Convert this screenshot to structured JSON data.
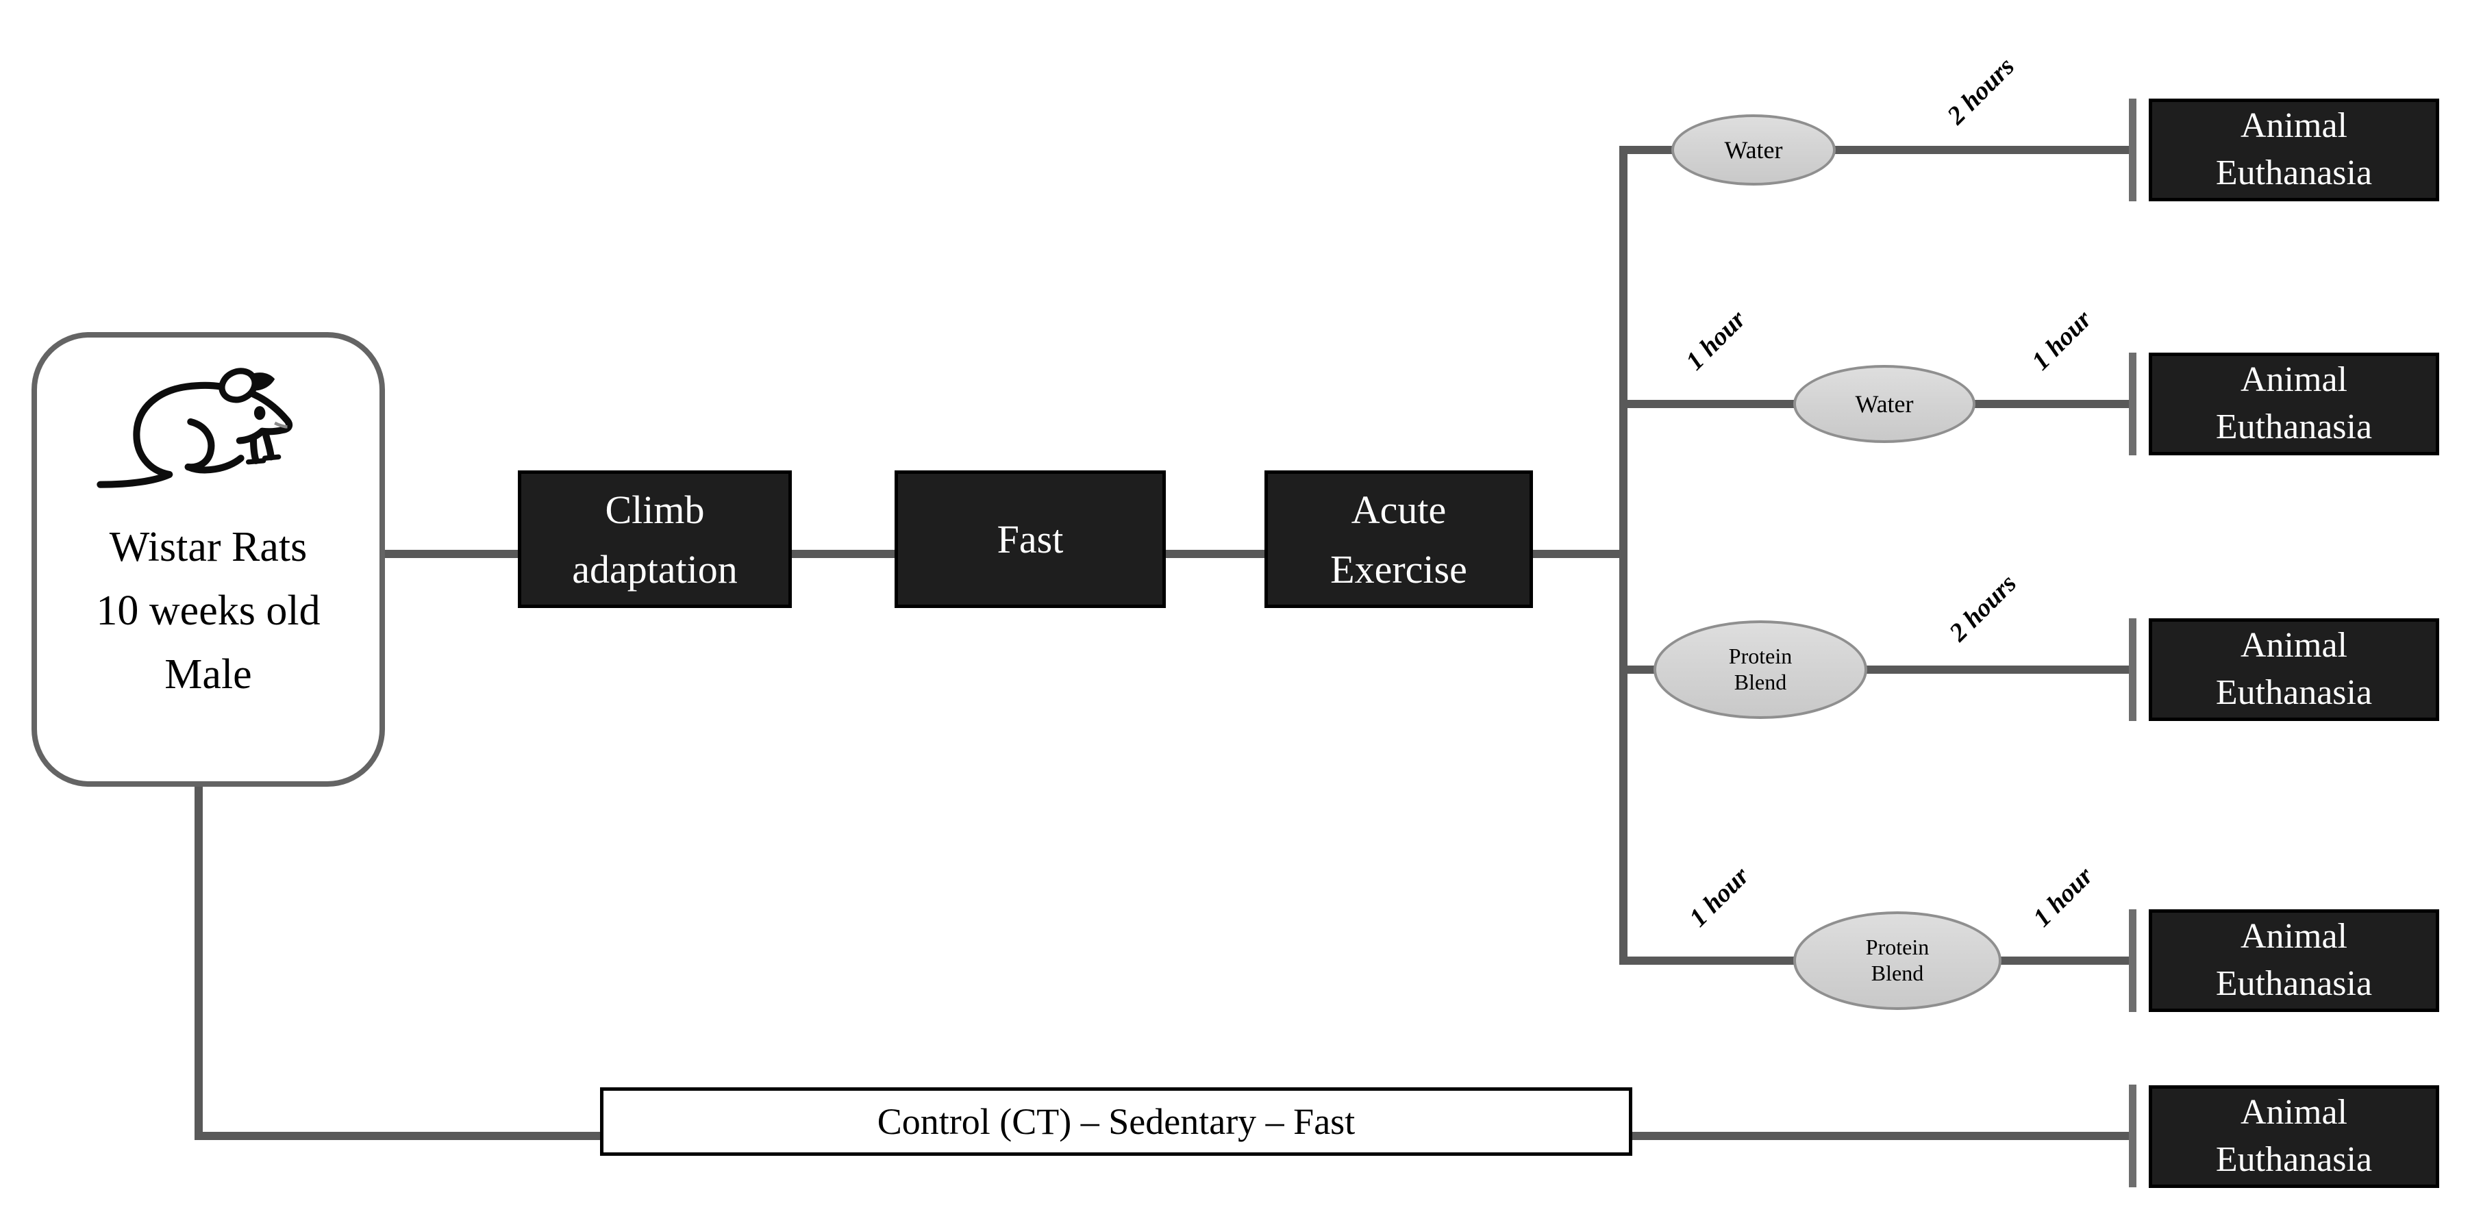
{
  "colors": {
    "background": "#ffffff",
    "connector": "#595959",
    "tick": "#6e6e6e",
    "dark-box-fill": "#1e1e1e",
    "dark-box-border": "#000000",
    "dark-box-text": "#ffffff",
    "ellipse-fill": "#d4d4d4",
    "ellipse-border": "#8f8f8f",
    "outline-box-border": "#000000",
    "subject-border": "#646464",
    "text": "#000000"
  },
  "diagram": {
    "subject": {
      "icon": "rat-icon",
      "lines": [
        "Wistar Rats",
        "10 weeks old",
        "Male"
      ]
    },
    "pipeline": [
      {
        "lines": [
          "Climb",
          "adaptation"
        ]
      },
      {
        "lines": [
          "Fast"
        ]
      },
      {
        "lines": [
          "Acute",
          "Exercise"
        ]
      }
    ],
    "branches": [
      {
        "supplement": {
          "lines": [
            "Water"
          ]
        },
        "post_label": "2 hours",
        "end": {
          "lines": [
            "Animal",
            "Euthanasia"
          ]
        }
      },
      {
        "pre_label": "1 hour",
        "supplement": {
          "lines": [
            "Water"
          ]
        },
        "post_label": "1 hour",
        "end": {
          "lines": [
            "Animal",
            "Euthanasia"
          ]
        }
      },
      {
        "supplement": {
          "lines": [
            "Protein",
            "Blend"
          ]
        },
        "post_label": "2 hours",
        "end": {
          "lines": [
            "Animal",
            "Euthanasia"
          ]
        }
      },
      {
        "pre_label": "1 hour",
        "supplement": {
          "lines": [
            "Protein",
            "Blend"
          ]
        },
        "post_label": "1 hour",
        "end": {
          "lines": [
            "Animal",
            "Euthanasia"
          ]
        }
      }
    ],
    "control": {
      "label": "Control (CT) – Sedentary – Fast",
      "end": {
        "lines": [
          "Animal",
          "Euthanasia"
        ]
      }
    }
  }
}
